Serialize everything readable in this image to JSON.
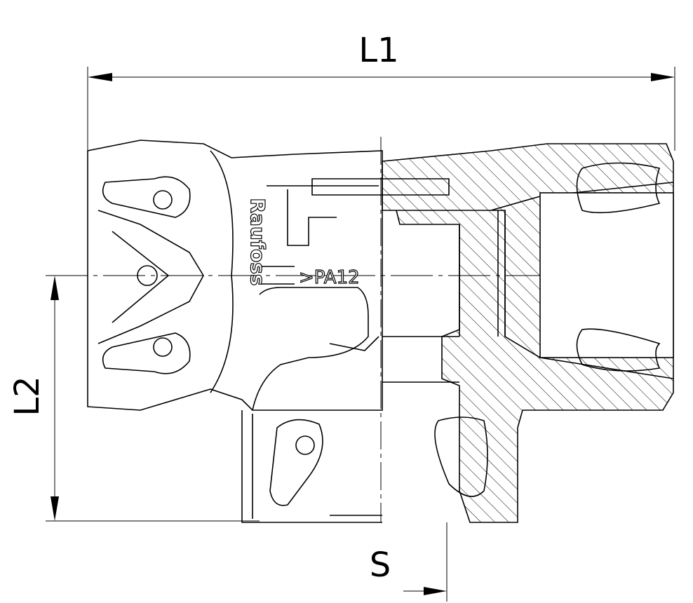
{
  "dimensions": {
    "l1": "L1",
    "l2": "L2",
    "s": "S"
  },
  "markings": {
    "material": ">PA12",
    "brand": "Raufoss"
  },
  "colors": {
    "line": "#000000",
    "background": "#ffffff"
  }
}
